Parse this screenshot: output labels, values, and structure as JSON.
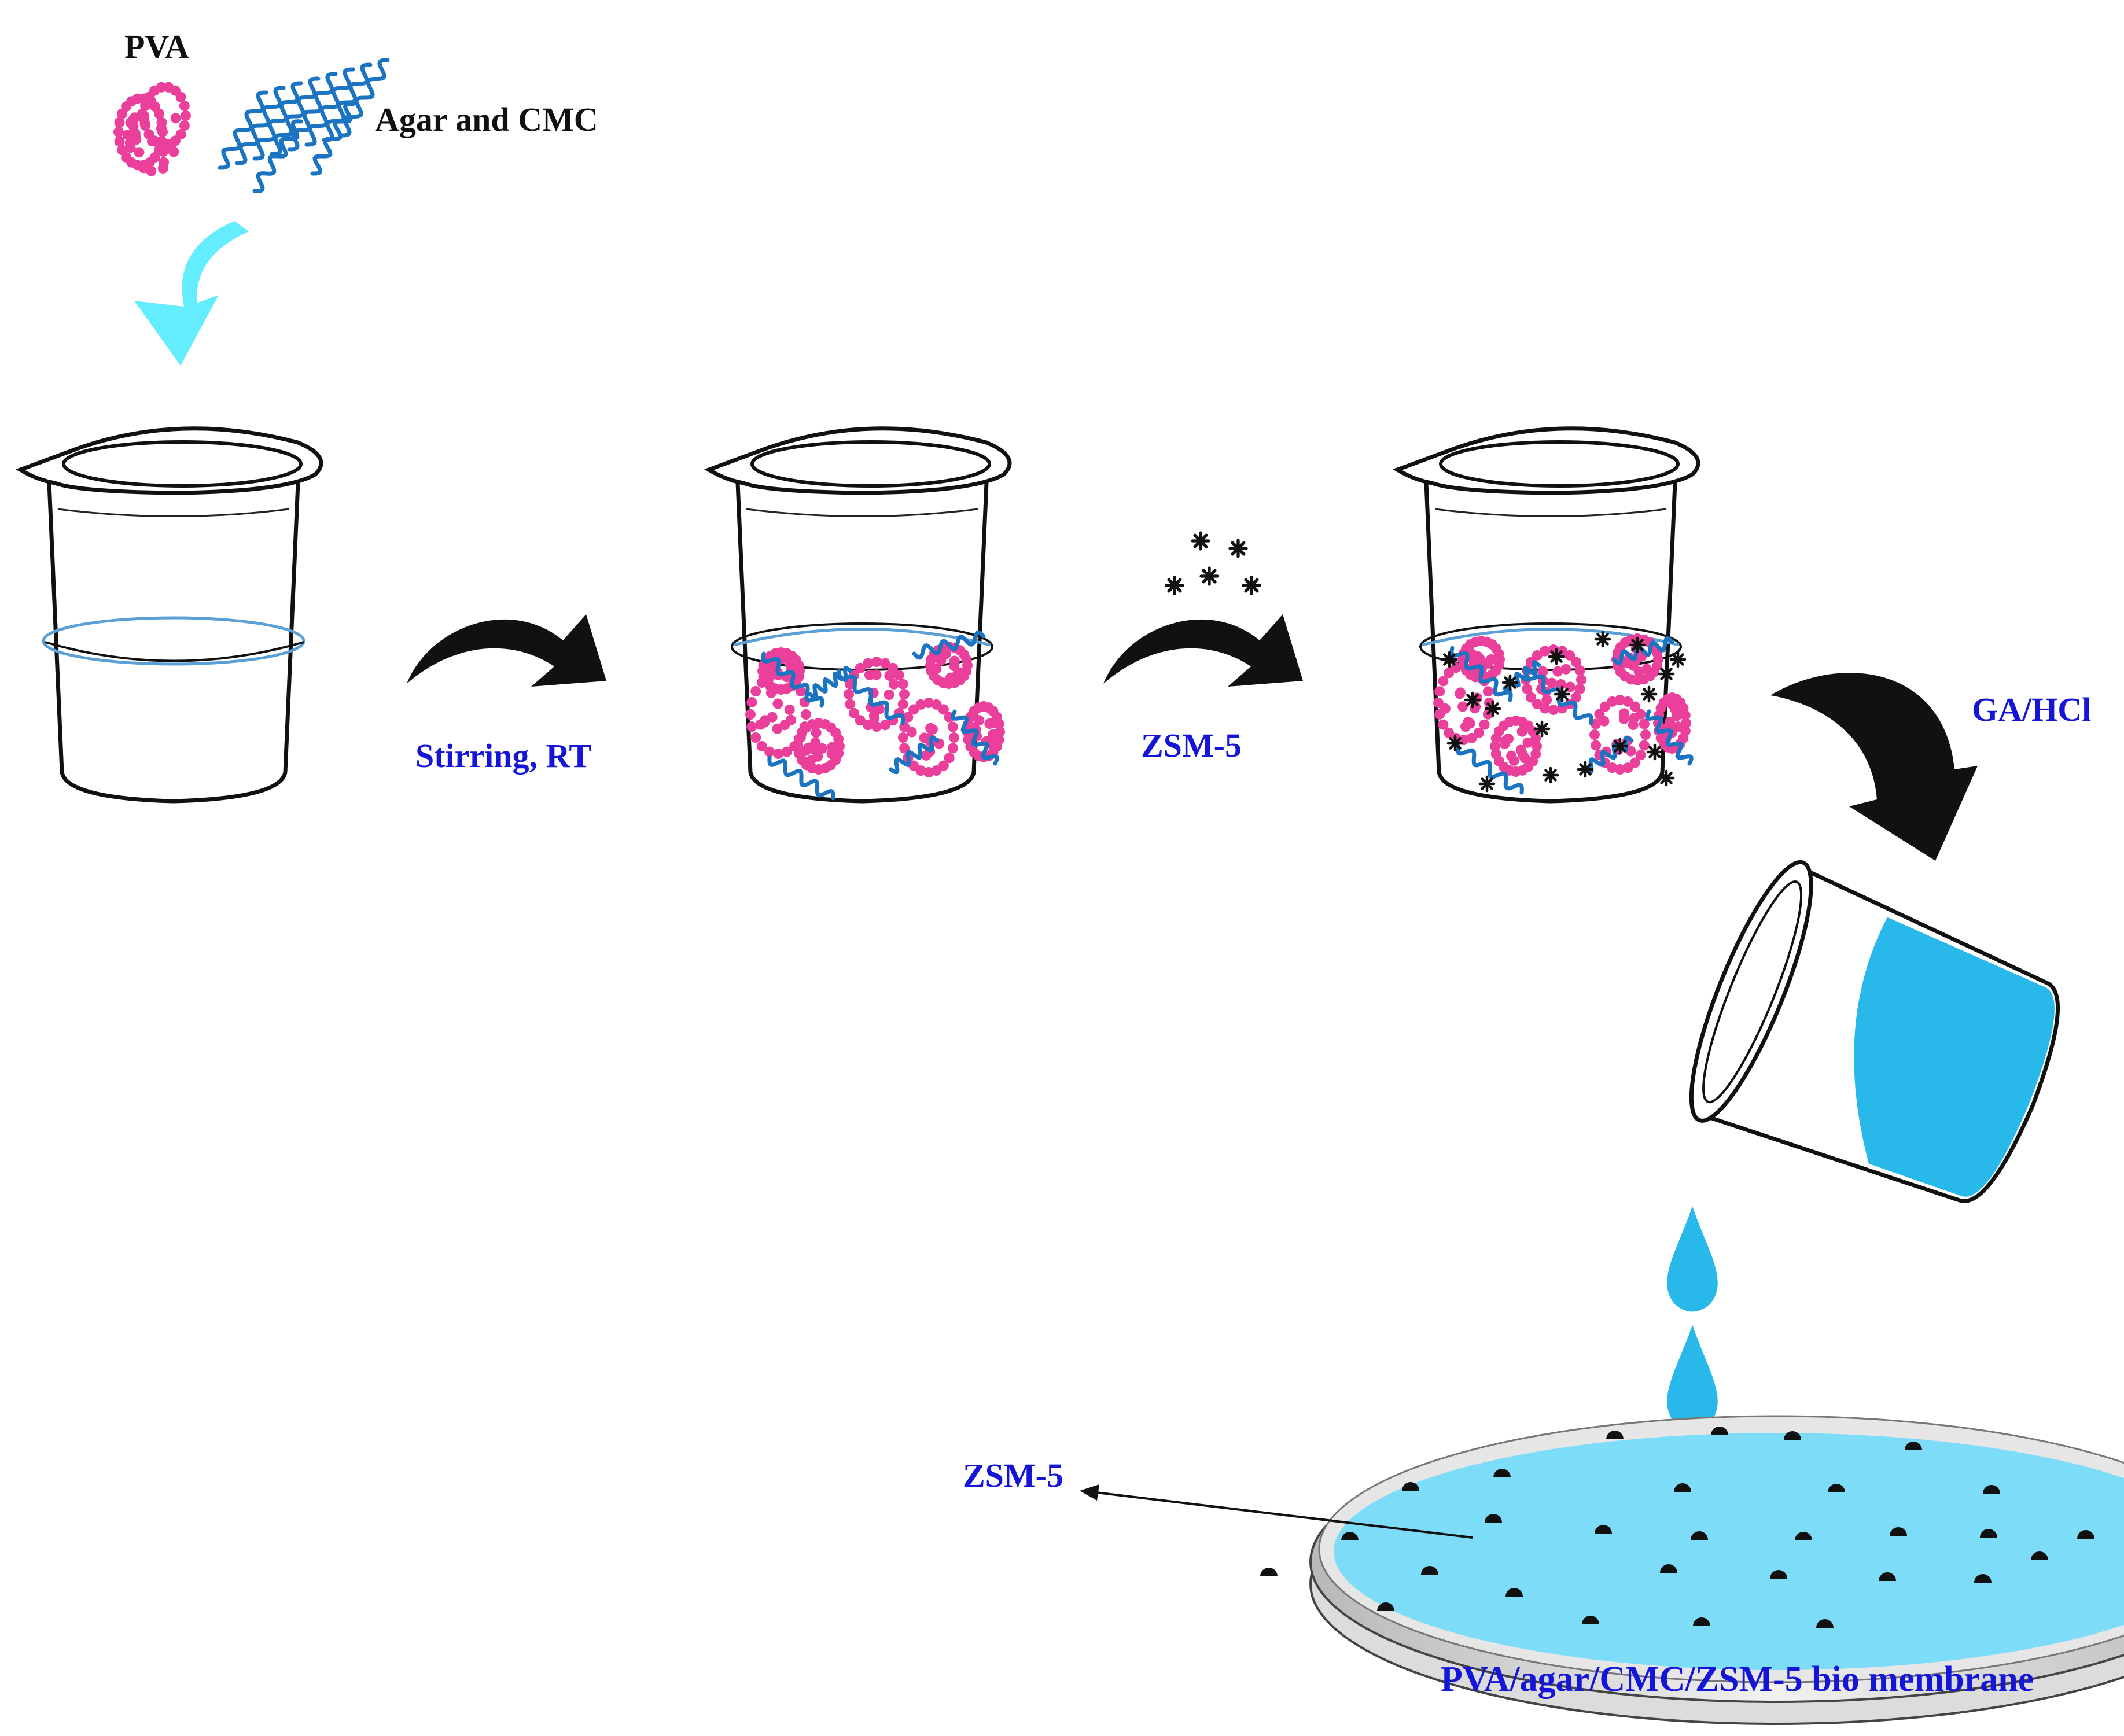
{
  "labels": {
    "pva": "PVA",
    "agar_cmc": "Agar and CMC",
    "stirring": "Stirring, RT",
    "zsm5_step": "ZSM-5",
    "ga_hcl": "GA/HCl",
    "zsm5_pointer": "ZSM-5",
    "product": "PVA/agar/CMC/ZSM-5 bio membrane"
  },
  "colors": {
    "pva_beads": "#ea3f9a",
    "polymer_chains": "#1b74c2",
    "solution_blue": "#29b8ea",
    "membrane_blue": "#7ddcf8",
    "cyan_arrow": "#64ecff",
    "zsm5_particles": "#111111",
    "label_blue": "#1515d8"
  }
}
